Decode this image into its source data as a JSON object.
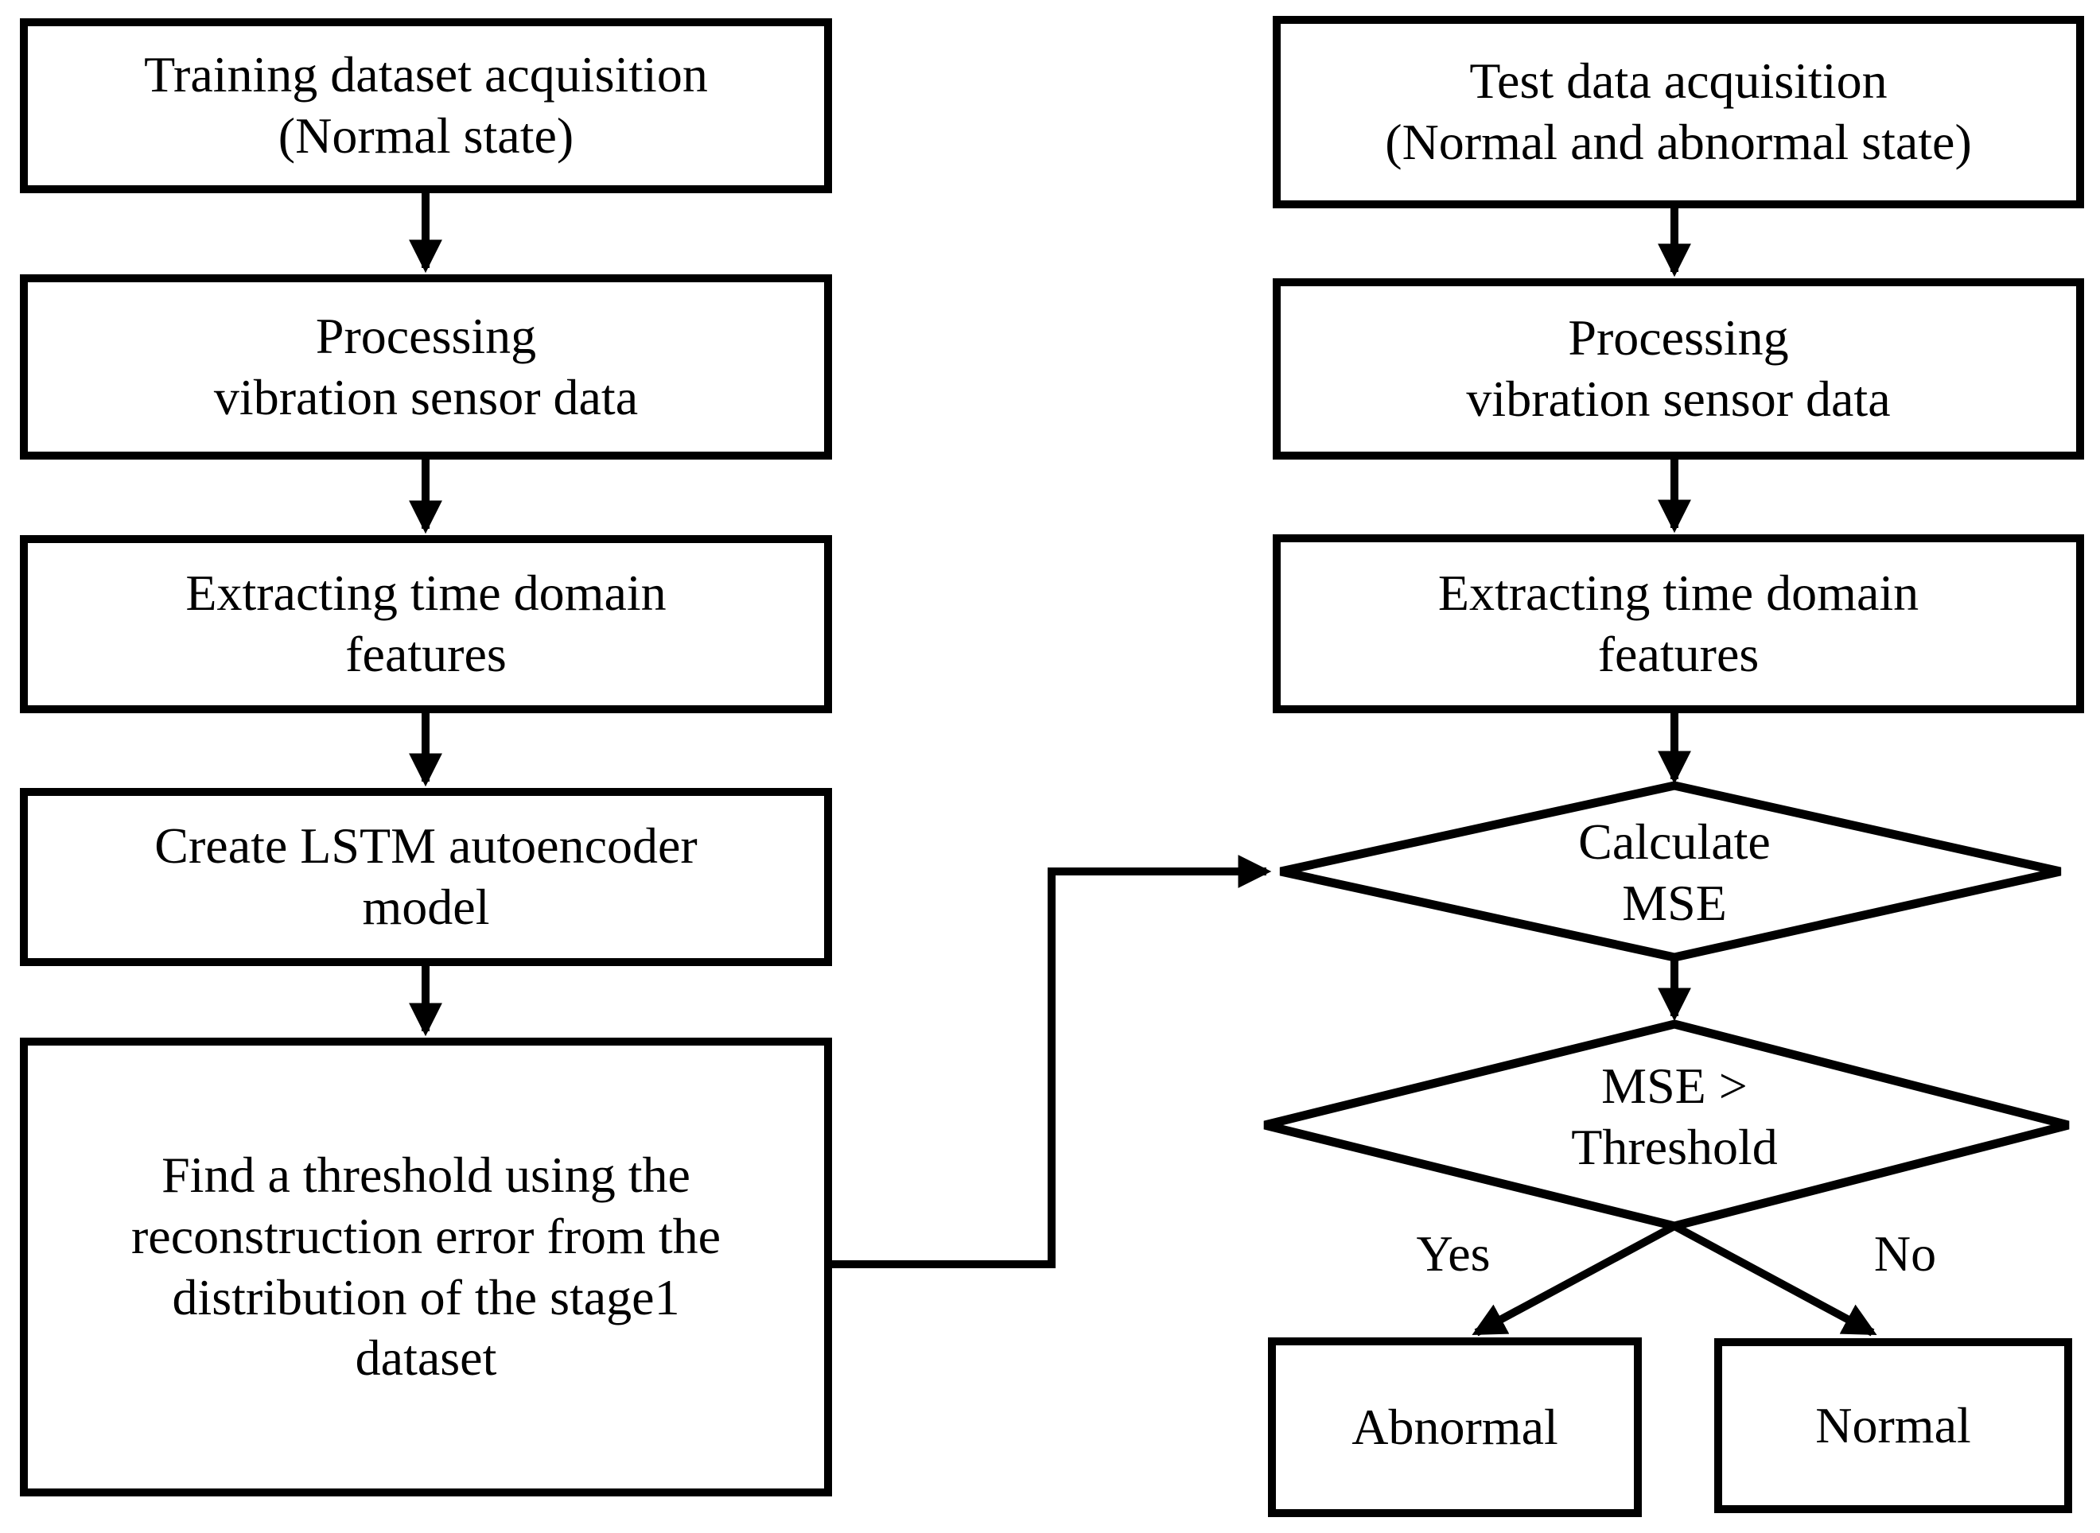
{
  "flowchart": {
    "colors": {
      "background": "#ffffff",
      "stroke": "#000000",
      "text": "#000000",
      "node_fill": "#ffffff"
    },
    "training_branch": {
      "steps": [
        {
          "label": "Training dataset acquisition\n(Normal state)"
        },
        {
          "label": "Processing\nvibration sensor data"
        },
        {
          "label": "Extracting time domain\nfeatures"
        },
        {
          "label": "Create LSTM autoencoder\nmodel"
        },
        {
          "label": "Find a threshold using the\nreconstruction error from the\ndistribution of the stage1\ndataset"
        }
      ]
    },
    "test_branch": {
      "steps": [
        {
          "label": "Test data acquisition\n(Normal and abnormal state)"
        },
        {
          "label": "Processing\nvibration sensor data"
        },
        {
          "label": "Extracting time domain\nfeatures"
        }
      ],
      "decisions": [
        {
          "label": "Calculate\nMSE"
        },
        {
          "label": "MSE >\nThreshold"
        }
      ],
      "branches": {
        "yes": "Yes",
        "no": "No"
      },
      "outcomes": [
        {
          "label": "Abnormal"
        },
        {
          "label": "Normal"
        }
      ]
    }
  }
}
